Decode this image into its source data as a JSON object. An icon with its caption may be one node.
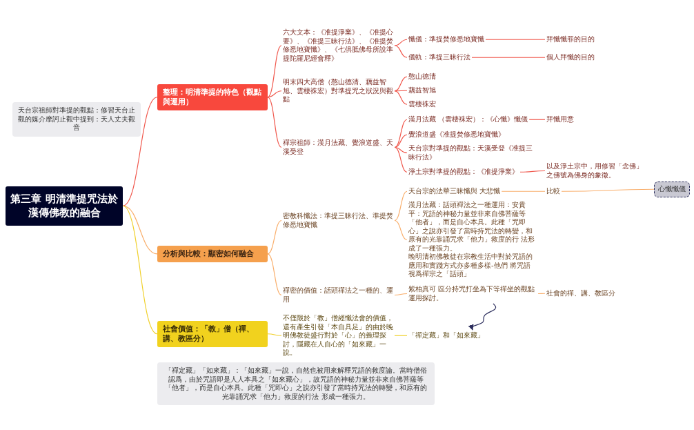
{
  "diagram": {
    "nodes": [
      {
        "text": [
          "第三章 明清準提咒法於漢傳佛教的融合"
        ]
      },
      {
        "text": [
          "整理：明清準提的特色（觀點與運用）"
        ]
      },
      {
        "text": [
          "分析與比較：顯密如何融合"
        ]
      },
      {
        "text": [
          "社會價值：「教」僧（禪、講、教區分）"
        ]
      },
      {
        "text": [
          "六大文本：《准提淨業》、《准提心要》、《准提三昧行法》、《准提焚修悉地寶懺》、《七俱胝佛母所說準提陀羅尼經會釋》"
        ]
      },
      {
        "text": [
          "懺儀：準提焚修悉地寶懺"
        ]
      },
      {
        "text": [
          "儀軌：準提三昧行法"
        ]
      },
      {
        "text": [
          "拜懺懺罪的目的"
        ]
      },
      {
        "text": [
          "個人拜懺的目的"
        ]
      },
      {
        "text": [
          "明末四大高僧（憨山德清、藕益智旭、雲棲袾宏）對準提咒之狀況與觀點"
        ]
      },
      {
        "text": [
          "憨山德清"
        ]
      },
      {
        "text": [
          "藕益智旭"
        ]
      },
      {
        "text": [
          "雲棲袾宏"
        ]
      },
      {
        "text": [
          "禪宗祖師：漢月法藏、覺浪道盛、天溪受登"
        ]
      },
      {
        "text": [
          "漢月法藏 （雲棲袾宏）：《心懺》懺儀"
        ]
      },
      {
        "text": [
          "覺浪道盛《准提焚修悉地寶懺》"
        ]
      },
      {
        "text": [
          "天台宗對準提的觀點：天溪受登《准提三昧行法》"
        ]
      },
      {
        "text": [
          "淨土宗對準提的觀點：《准提淨業》"
        ]
      },
      {
        "text": [
          "拜懺用意"
        ]
      },
      {
        "text": [
          "以及淨土宗中，用修習「念佛」之佛號為佛身的象徵。"
        ]
      },
      {
        "text": [
          "密教科懺法：準提三昧行法、準提焚修悉地寶懺"
        ]
      },
      {
        "text": [
          "天台宗的法華三昧懺與 大悲懺"
        ]
      },
      {
        "text": [
          "漢月法藏：話頭禪法之一種運用：安貴平：咒語的神秘力量並非來自佛菩薩等「他者」，而是自心本具。此種「咒即心」之說亦引發了當時持咒法的轉變，和原有的光靠誦咒求「他力」救度的行 法形成了一種張力。",
          "晚明清初佛教徒在宗教生活中對於咒語的應用和實踐方式亦多種多樣-他們 將咒語視爲禪宗之「話頭」"
        ]
      },
      {
        "text": [
          "比較"
        ]
      },
      {
        "text": [
          "心懺懺儀"
        ]
      },
      {
        "text": [
          "禪密的價值：話頭禪法之一種的、運用"
        ]
      },
      {
        "text": [
          "紫柏真可 區分持咒打坐為下等禪坐的觀點運用探討。"
        ]
      },
      {
        "text": [
          "社會的禪、講、教區分"
        ]
      },
      {
        "text": [
          "不僅限於「教」僧經懺法會的價值，還有產生引發「本自具足」的由於晚明佛教徒盛行對於「心」的義理探討，隱藏在人自心的「如來藏」一說。"
        ]
      },
      {
        "text": [
          "「禪定藏」和「如來藏」"
        ]
      },
      {
        "text": [
          "天台宗祖師對準提的觀點：修習天台止觀的媒介摩訶止觀中提到：天人丈夫觀音"
        ]
      },
      {
        "text": [
          "「禪定藏」「如來藏」：「如來藏」一說，自然也被用來解釋咒語的救度論。當時僧俗認爲，由於咒語即是人人本具之「如來藏心」，故咒語的神秘力量並非來自佛菩薩等「他者」，而是自心本具。此種「咒即心」之說亦引發了當時持咒法的轉變，和原有的光靠誦咒求「他力」救度的行法 形成一種張力。"
        ]
      }
    ],
    "edges": [
      {
        "from": 0,
        "to": 1,
        "arrow": "none"
      },
      {
        "from": 0,
        "to": 2,
        "arrow": "none",
        "color": "#f9ae6b"
      },
      {
        "from": 0,
        "to": 3,
        "arrow": "none",
        "color": "#f0d02a"
      },
      {
        "from": 1,
        "to": 4,
        "arrow": "none"
      },
      {
        "from": 1,
        "to": 9,
        "arrow": "none"
      },
      {
        "from": 1,
        "to": 13,
        "arrow": "none"
      },
      {
        "from": 4,
        "to": 5,
        "arrow": "none"
      },
      {
        "from": 4,
        "to": 6,
        "arrow": "none"
      },
      {
        "from": 5,
        "to": 7,
        "arrow": "none"
      },
      {
        "from": 6,
        "to": 8,
        "arrow": "none"
      },
      {
        "from": 9,
        "to": 10,
        "arrow": "none"
      },
      {
        "from": 9,
        "to": 11,
        "arrow": "none"
      },
      {
        "from": 9,
        "to": 12,
        "arrow": "none"
      },
      {
        "from": 13,
        "to": 14,
        "arrow": "none"
      },
      {
        "from": 13,
        "to": 15,
        "arrow": "none"
      },
      {
        "from": 13,
        "to": 16,
        "arrow": "none"
      },
      {
        "from": 13,
        "to": 17,
        "arrow": "none"
      },
      {
        "from": 14,
        "to": 18,
        "arrow": "none"
      },
      {
        "from": 17,
        "to": 19,
        "arrow": "none"
      },
      {
        "from": 2,
        "to": 20,
        "arrow": "none",
        "color": "#f9ae6b"
      },
      {
        "from": 2,
        "to": 25,
        "arrow": "none",
        "color": "#f9ae6b"
      },
      {
        "from": 20,
        "to": 21,
        "arrow": "none",
        "color": "#f9ae6b"
      },
      {
        "from": 20,
        "to": 22,
        "arrow": "none",
        "color": "#f9ae6b"
      },
      {
        "from": 21,
        "to": 23,
        "arrow": "none",
        "color": "#f9ae6b"
      },
      {
        "from": 23,
        "to": 24,
        "arrow": "none",
        "color": "#f9ae6b"
      },
      {
        "from": 25,
        "to": 26,
        "arrow": "none",
        "color": "#f9ae6b"
      },
      {
        "from": 26,
        "to": 27,
        "arrow": "none",
        "color": "#f9ae6b"
      },
      {
        "from": 3,
        "to": 28,
        "arrow": "none",
        "color": "#f0d02a"
      },
      {
        "from": 28,
        "to": 29,
        "arrow": "none",
        "color": "#f0d02a"
      },
      {
        "from": 26,
        "to": 29,
        "arrow": "to",
        "color": "#2b2d5c"
      }
    ]
  }
}
